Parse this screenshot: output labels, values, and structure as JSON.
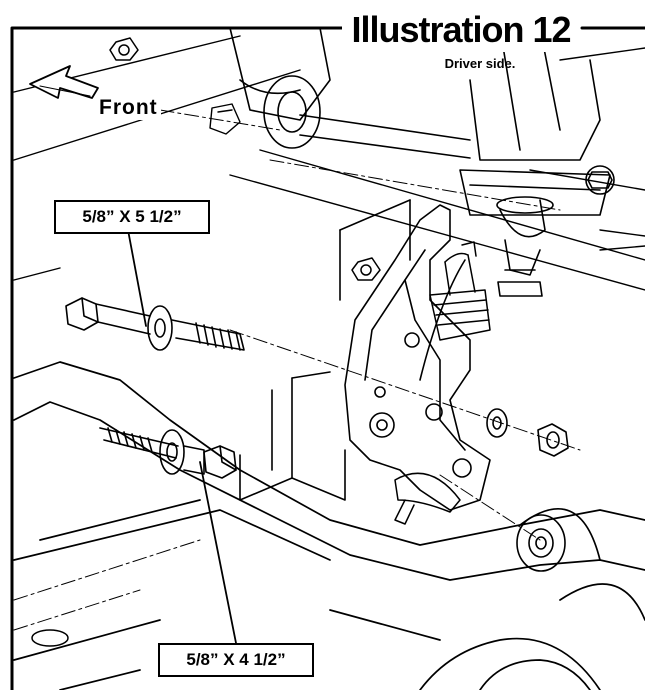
{
  "title": "Illustration 12",
  "subtitle": "Driver side.",
  "direction_label": "Front",
  "callouts": {
    "upper_bolt": "5/8” X 5 1/2”",
    "lower_bolt": "5/8” X 4 1/2”"
  },
  "colors": {
    "line": "#000000",
    "background": "#ffffff"
  }
}
